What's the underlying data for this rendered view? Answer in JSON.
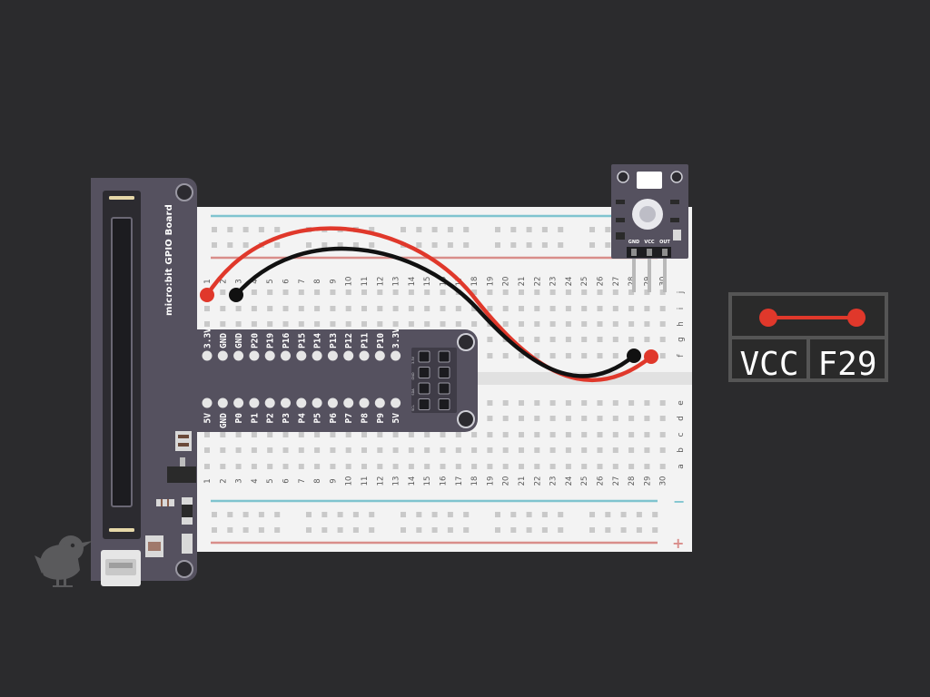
{
  "gpio_board": {
    "title": "micro:bit GPIO Board",
    "top_header_pins": [
      "3.3V",
      "GND",
      "GND",
      "P20",
      "P19",
      "P16",
      "P15",
      "P14",
      "P13",
      "P12",
      "P11",
      "P10",
      "3.3V"
    ],
    "bottom_header_pins": [
      "5V",
      "GND",
      "P0",
      "P1",
      "P2",
      "P3",
      "P4",
      "P5",
      "P6",
      "P7",
      "P8",
      "P9",
      "5V"
    ],
    "side_header_labels": [
      "3.3V",
      "GND",
      "SDA",
      "SCL"
    ]
  },
  "breadboard": {
    "column_numbers": [
      "1",
      "2",
      "3",
      "4",
      "5",
      "6",
      "7",
      "8",
      "9",
      "10",
      "11",
      "12",
      "13",
      "14",
      "15",
      "16",
      "17",
      "18",
      "19",
      "20",
      "21",
      "22",
      "23",
      "24",
      "25",
      "26",
      "27",
      "28",
      "29",
      "30"
    ],
    "upper_row_letters": [
      "j",
      "i",
      "h",
      "g",
      "f"
    ],
    "lower_row_letters": [
      "e",
      "d",
      "c",
      "b",
      "a"
    ],
    "rail_minus": "−",
    "rail_plus": "+"
  },
  "sensor_module": {
    "pins": [
      "GND",
      "VCC",
      "OUT"
    ]
  },
  "wires": [
    {
      "name": "red-wire",
      "color": "#e0382b"
    },
    {
      "name": "black-wire",
      "color": "#111111"
    }
  ],
  "connection_label": {
    "from": "VCC",
    "to": "F29",
    "color": "#e0382b"
  },
  "colors": {
    "background": "#2b2b2d",
    "gpio_board": "#55515f",
    "breadboard": "#f2f2f2",
    "rail_blue": "#7fc4cf",
    "rail_red": "#d98d8a",
    "wire_red": "#e0382b",
    "wire_black": "#111111"
  }
}
